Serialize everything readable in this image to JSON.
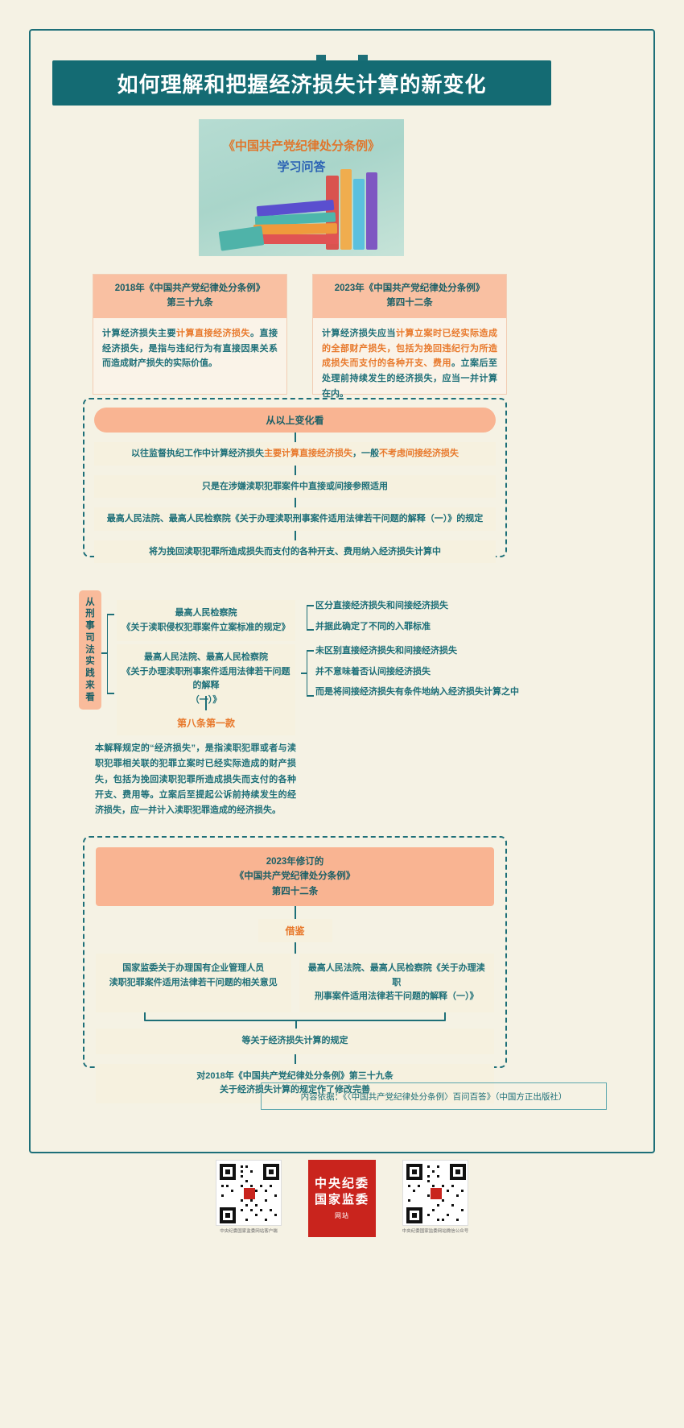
{
  "page": {
    "title": "如何理解和把握经济损失计算的新变化",
    "accent_teal": "#1d6f78",
    "accent_orange": "#e8792c",
    "bg": "#f5f2e4"
  },
  "book_image": {
    "line1": "《中国共产党纪律处分条例》",
    "line2": "学习问答"
  },
  "comparison": {
    "left": {
      "head_line1": "2018年《中国共产党纪律处分条例》",
      "head_line2": "第三十九条",
      "body_pre": "计算经济损失主要",
      "body_highlight": "计算直接经济损失",
      "body_post": "。直接经济损失，是指与违纪行为有直接因果关系而造成财产损失的实际价值。"
    },
    "right": {
      "head_line1": "2023年《中国共产党纪律处分条例》",
      "head_line2": "第四十二条",
      "body_pre": "计算经济损失应当",
      "body_highlight": "计算立案时已经实际造成的全部财产损失，包括为挽回违纪行为所造成损失而支付的各种开支、费用",
      "body_post": "。立案后至处理前持续发生的经济损失，应当一并计算在内。"
    }
  },
  "change_block": {
    "header": "从以上变化看",
    "rows": [
      {
        "pre": "以往监督执纪工作中计算经济损失",
        "hl1": "主要计算直接经济损失",
        "mid": "，一般",
        "hl2": "不考虑间接经济损失",
        "post": ""
      },
      {
        "text": "只是在涉嫌渎职犯罪案件中直接或间接参照适用"
      },
      {
        "text": "最高人民法院、最高人民检察院《关于办理渎职刑事案件适用法律若干问题的解释（一）》的规定"
      },
      {
        "text": "将为挽回渎职犯罪所造成损失而支付的各种开支、费用纳入经济损失计算中"
      }
    ]
  },
  "judicial": {
    "side_label": "从刑事司法实践来看",
    "source_1": {
      "line1": "最高人民检察院",
      "line2": "《关于渎职侵权犯罪案件立案标准的规定》",
      "bullets": [
        "区分直接经济损失和间接经济损失",
        "并据此确定了不同的入罪标准"
      ]
    },
    "source_2": {
      "line1": "最高人民法院、最高人民检察院",
      "line2": "《关于办理渎职刑事案件适用法律若干问题的解释",
      "line3": "（一）》",
      "bullets": [
        "未区别直接经济损失和间接经济损失",
        "并不意味着否认间接经济损失",
        "而是将间接经济损失有条件地纳入经济损失计算之中"
      ]
    },
    "article_8_label": "第八条第一款",
    "article_8_body": "本解释规定的“经济损失”，是指渎职犯罪或者与渎职犯罪相关联的犯罪立案时已经实际造成的财产损失，包括为挽回渎职犯罪所造成损失而支付的各种开支、费用等。立案后至提起公诉前持续发生的经济损失，应一并计入渎职犯罪造成的经济损失。"
  },
  "bottom_block": {
    "header_line1": "2023年修订的",
    "header_line2": "《中国共产党纪律处分条例》",
    "header_line3": "第四十二条",
    "pill": "借鉴",
    "left_col_line1": "国家监委关于办理国有企业管理人员",
    "left_col_line2": "渎职犯罪案件适用法律若干问题的相关意见",
    "right_col_line1": "最高人民法院、最高人民检察院《关于办理渎职",
    "right_col_line2": "刑事案件适用法律若干问题的解释（一）》",
    "row_1": "等关于经济损失计算的规定",
    "row_2_line1": "对2018年《中国共产党纪律处分条例》第三十九条",
    "row_2_line2": "关于经济损失计算的规定作了修改完善"
  },
  "source_note": "内容依据：《〈中国共产党纪律处分条例〉百问百答》（中国方正出版社）",
  "footer": {
    "qr_left_caption": "中央纪委国家监委网站客户端",
    "seal_line1": "中央纪委",
    "seal_line2": "国家监委",
    "seal_sub": "网站",
    "qr_right_caption": "中央纪委国家监委网站微信公众号"
  }
}
